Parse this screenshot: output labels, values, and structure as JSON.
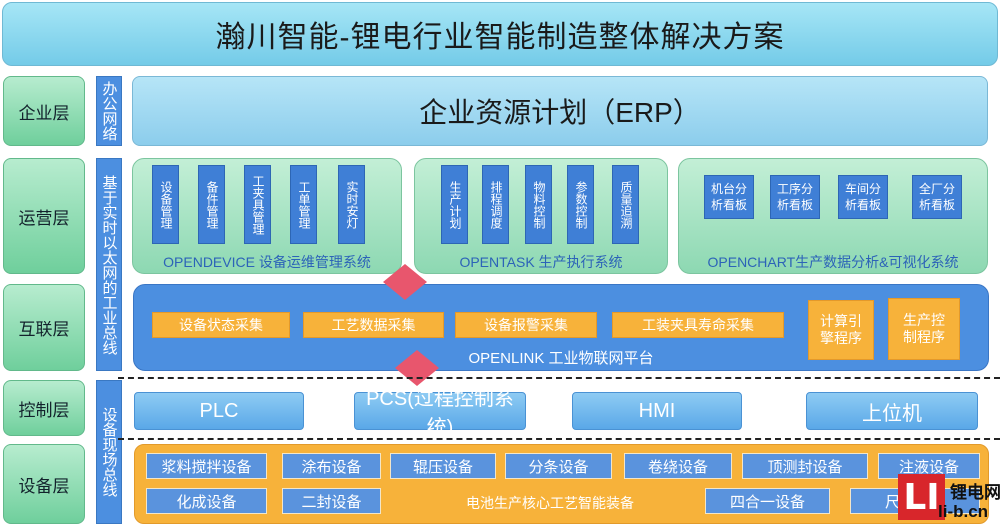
{
  "title": "瀚川智能-锂电行业智能制造整体解决方案",
  "layers": [
    "企业层",
    "运营层",
    "互联层",
    "控制层",
    "设备层"
  ],
  "networks": [
    "办公网络",
    "基于实时以太网的工业总线",
    "设备现场总线"
  ],
  "erp": "企业资源计划（ERP）",
  "operations": {
    "opendevice": {
      "caption": "OPENDEVICE 设备运维管理系统",
      "items": [
        "设备管理",
        "备件管理",
        "工夹具管理",
        "工单管理",
        "实时安灯"
      ]
    },
    "opentask": {
      "caption": "OPENTASK 生产执行系统",
      "items": [
        "生产计划",
        "排程调度",
        "物料控制",
        "参数控制",
        "质量追溯"
      ]
    },
    "openchart": {
      "caption": "OPENCHART生产数据分析&可视化系统",
      "items": [
        "机台分析看板",
        "工序分析看板",
        "车间分析看板",
        "全厂分析看板"
      ]
    }
  },
  "interconnect": {
    "caption": "OPENLINK 工业物联网平台",
    "items": [
      "设备状态采集",
      "工艺数据采集",
      "设备报警采集",
      "工装夹具寿命采集"
    ],
    "side_items": [
      "计算引擎程序",
      "生产控制程序"
    ]
  },
  "control": [
    "PLC",
    "PCS(过程控制系统)",
    "HMI",
    "上位机"
  ],
  "equipment": {
    "caption": "电池生产核心工艺智能装备",
    "row1": [
      "浆料搅拌设备",
      "涂布设备",
      "辊压设备",
      "分条设备",
      "卷绕设备",
      "顶测封设备",
      "注液设备"
    ],
    "row2": [
      "化成设备",
      "二封设备",
      "四合一设备",
      "尺寸测量"
    ]
  },
  "watermark": {
    "logo": "LI",
    "name": "锂电网",
    "url": "li-b.cn"
  },
  "colors": {
    "accent_blue": "#4c8fe0",
    "orange": "#f7b23a",
    "green": "#6fcf9c",
    "pink": "#e8566d"
  }
}
